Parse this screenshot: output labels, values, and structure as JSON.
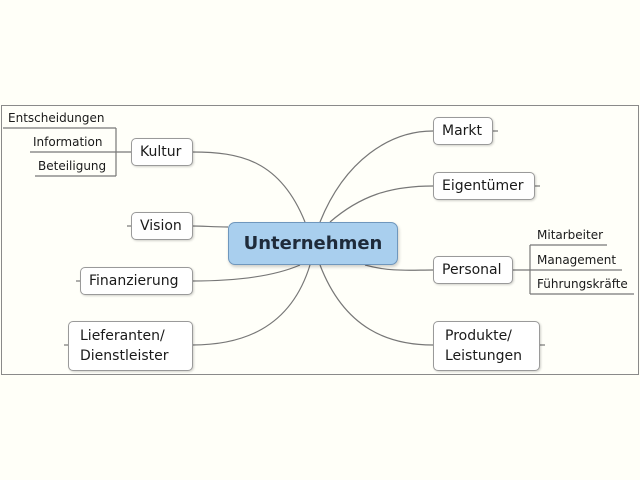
{
  "center": {
    "label": "Unternehmen"
  },
  "branches": {
    "kultur": "Kultur",
    "vision": "Vision",
    "finanzierung": "Finanzierung",
    "lieferanten": [
      "Lieferanten/",
      "Dienstleister"
    ],
    "markt": "Markt",
    "eigentuemer": "Eigentümer",
    "personal": "Personal",
    "produkte": [
      "Produkte/",
      "Leistungen"
    ]
  },
  "subtopics": {
    "kultur": [
      "Entscheidungen",
      "Information",
      "Beteiligung"
    ],
    "personal": [
      "Mitarbeiter",
      "Management",
      "Führungskräfte"
    ]
  },
  "colors": {
    "center_fill": "#a9cfee",
    "connector": "#777777",
    "background": "#fffff8"
  }
}
